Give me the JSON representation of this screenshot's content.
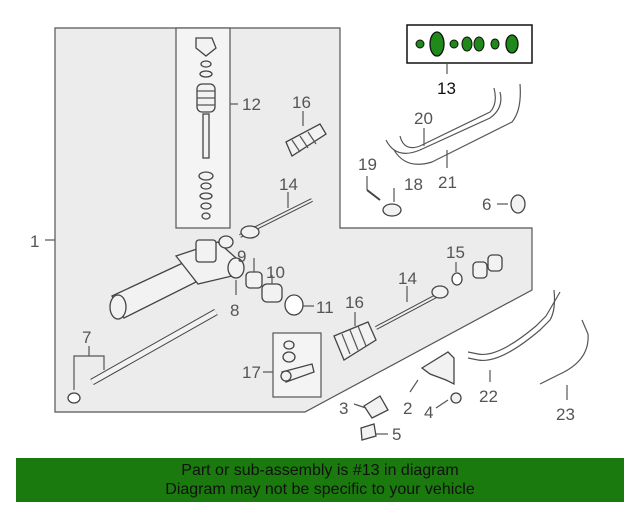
{
  "callouts": {
    "c1": "1",
    "c2": "2",
    "c3": "3",
    "c4": "4",
    "c5": "5",
    "c6": "6",
    "c7": "7",
    "c8": "8",
    "c9": "9",
    "c10": "10",
    "c11": "11",
    "c12": "12",
    "c13": "13",
    "c14a": "14",
    "c14b": "14",
    "c15": "15",
    "c16a": "16",
    "c16b": "16",
    "c17": "17",
    "c18": "18",
    "c19": "19",
    "c20": "20",
    "c21": "21",
    "c22": "22",
    "c23": "23"
  },
  "footer": {
    "line1": "Part or sub-assembly is #13 in diagram",
    "line2": "Diagram may not be specific to your vehicle"
  },
  "colors": {
    "footer_bg": "#1a7a0e",
    "highlight_green": "#1f8a1a"
  }
}
